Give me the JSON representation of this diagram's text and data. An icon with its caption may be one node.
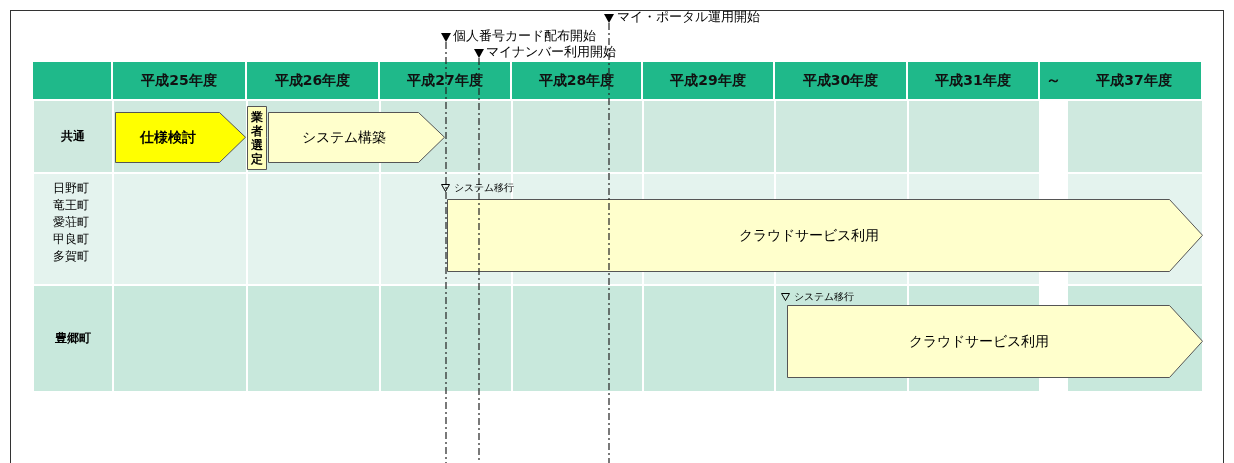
{
  "diagram": {
    "nodes": [
      {
        "text": [
          "仕様検討"
        ]
      },
      {
        "text": [
          "業者選定"
        ]
      },
      {
        "text": [
          "システム構築"
        ]
      },
      {
        "text": [
          "クラウドサービス利用"
        ]
      },
      {
        "text": [
          "クラウドサービス利用"
        ]
      }
    ],
    "labels": [
      "マイ・ポータル運用開始",
      "個人番号カード配布開始",
      "マイナンバー利用開始",
      "平成25年度",
      "平成26年度",
      "平成27年度",
      "平成28年度",
      "平成29年度",
      "平成30年度",
      "平成31年度",
      "～",
      "平成37年度",
      "共通",
      "日野町",
      "竜王町",
      "愛荘町",
      "甲良町",
      "多賀町",
      "システム移行",
      "システム移行",
      "豊郷町"
    ]
  }
}
